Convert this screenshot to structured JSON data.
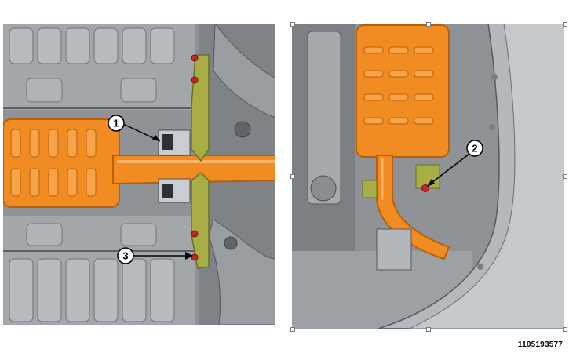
{
  "figure_id": "1105193577",
  "callouts": [
    "1",
    "2",
    "3"
  ],
  "colors": {
    "muffler_orange": "#f08c22",
    "muffler_dark": "#b85f0c",
    "bracket_green": "#a9ad45",
    "bolt_red": "#c3262a",
    "body_gray": "#8e9297",
    "background": "#ffffff"
  }
}
